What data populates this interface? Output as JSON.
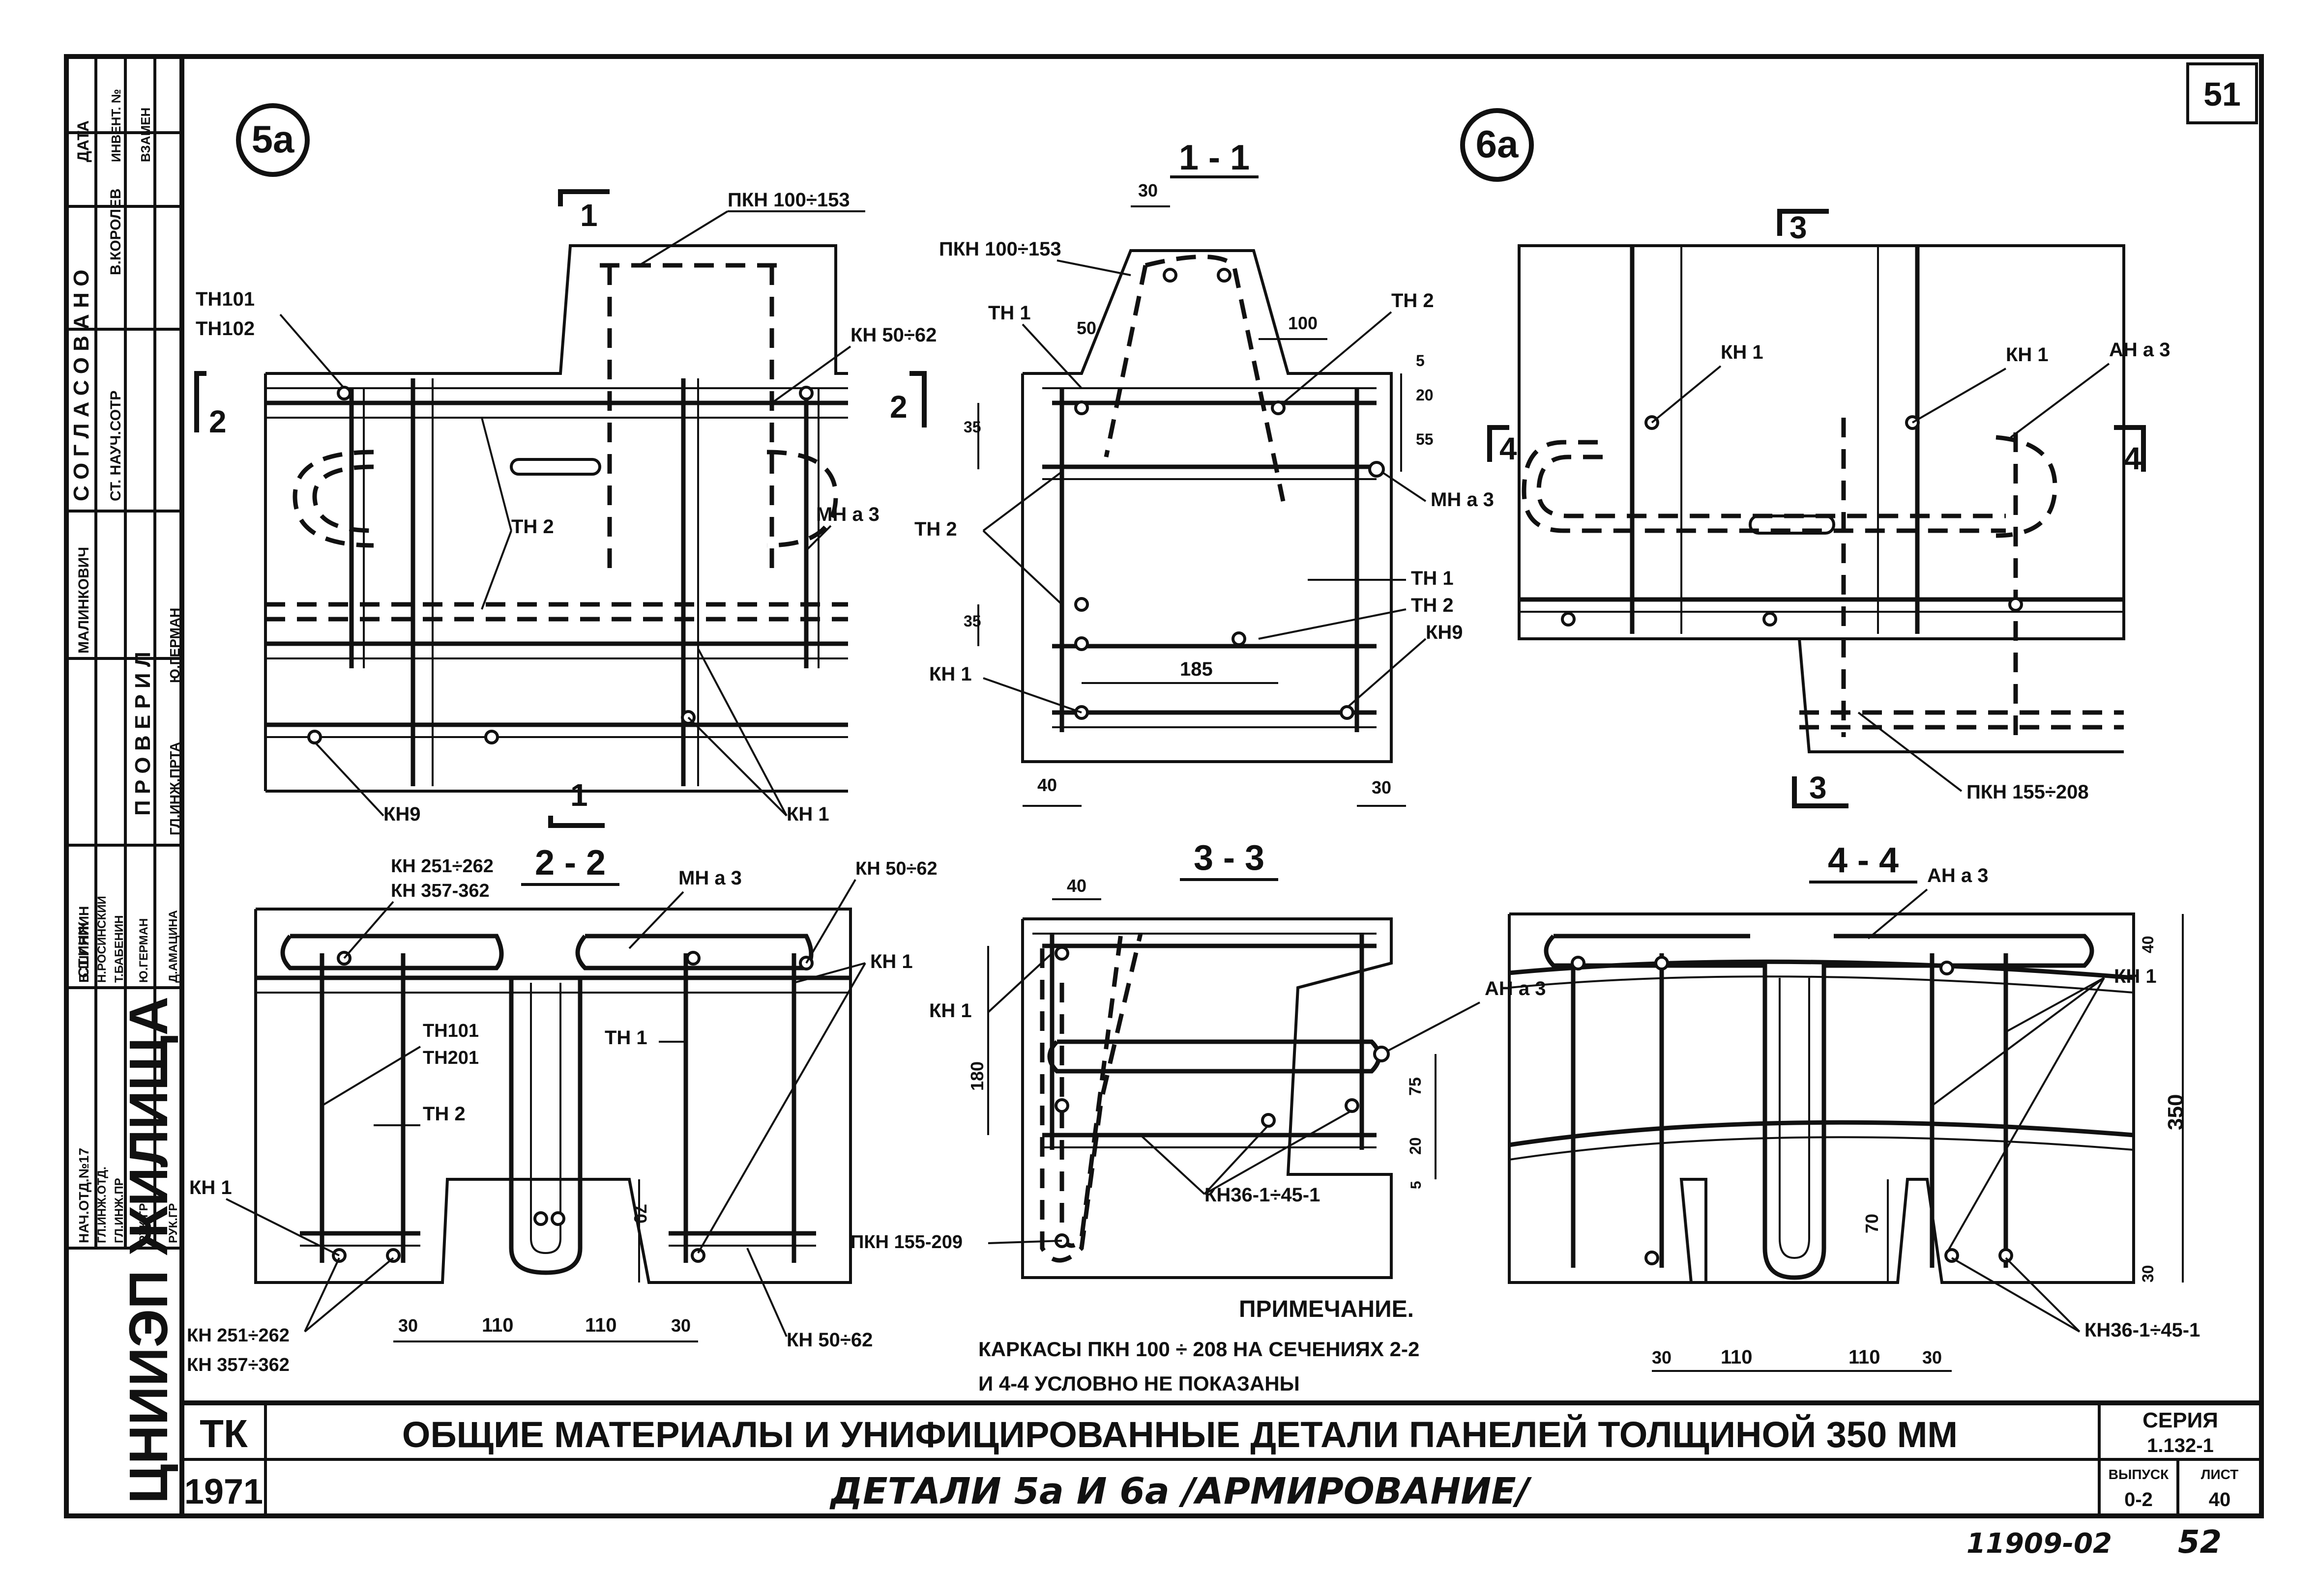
{
  "sheet_number": "51",
  "detail_marks": [
    "5a",
    "6a"
  ],
  "stamp": {
    "vertical_org": "ЦНИИЭП ЖИЛИЩА",
    "soglasovano_header": "С О Г Л А С О В А Н О",
    "soglasovano_date": "ДАТА",
    "soglasovano_role": "СТ. НАУЧ.СОТР",
    "soglasovano_name": "В.КОРОЛЕВ",
    "inv_header": "ИНВЕНТ. №",
    "vzamen": "ВЗАМЕН",
    "proveril_header": "П Р О В Е Р И Л",
    "proveril_name1": "МАЛИНКОВИЧ",
    "proveril_role2": "ГЛ.ИНЖ.ПРТА",
    "proveril_name2": "Ю.ГЕРМАН",
    "staff": [
      {
        "role": "НАЧ.ОТД.№17",
        "name": "Б.ШЛЯПИН"
      },
      {
        "role": "ГЛ.ИНЖ.ОТД.",
        "name": "Н.РОСИНСКИЙ"
      },
      {
        "role": "ГЛ.ИНЖ.ПР",
        "name": "Т.БАБЕНИН"
      },
      {
        "role": "РУК.ГР",
        "name": "Ю.ГЕРМАН"
      },
      {
        "role": "РУК.ГР",
        "name": "Д.АМАЦИНА"
      },
      {
        "role": "СТ.ИНЖ",
        "name": ""
      }
    ]
  },
  "sections": {
    "s11": "1 - 1",
    "s22": "2 - 2",
    "s33": "3 - 3",
    "s44": "4 - 4",
    "cut1": "1",
    "cut2": "2",
    "cut3": "3",
    "cut4": "4"
  },
  "labels": {
    "pkn100_153": "ПКН 100÷153",
    "pkn155_208": "ПКН 155÷208",
    "pkn155_209": "ПКН 155-209",
    "th101": "ТН101",
    "th102": "ТН102",
    "th201": "ТН201",
    "th1": "ТН 1",
    "th2": "ТН 2",
    "kn1": "КН 1",
    "kn9": "КН9",
    "kn50_62": "КН 50÷62",
    "kn251_262": "КН 251÷262",
    "kn357_362": "КН 357-362",
    "kn357_362b": "КН 357÷362",
    "kn36_45": "КН36-1÷45-1",
    "mna3": "МН а 3",
    "ana3": "АН а 3"
  },
  "dims": {
    "d30": "30",
    "d50": "50",
    "d100": "100",
    "d5": "5",
    "d20": "20",
    "d55": "55",
    "d35": "35",
    "d185": "185",
    "d40": "40",
    "d180": "180",
    "d75": "75",
    "d70": "70",
    "d110": "110",
    "d350": "350"
  },
  "note": {
    "title": "ПРИМЕЧАНИЕ.",
    "line1": "КАРКАСЫ ПКН 100 ÷ 208 НА СЕЧЕНИЯХ 2-2",
    "line2": "И 4-4 УСЛОВНО НЕ ПОКАЗАНЫ"
  },
  "title_block": {
    "code": "ТК",
    "year": "1971",
    "title": "ОБЩИЕ МАТЕРИАЛЫ И УНИФИЦИРОВАННЫЕ ДЕТАЛИ ПАНЕЛЕЙ ТОЛЩИНОЙ 350 ММ",
    "subtitle": "ДЕТАЛИ 5а И 6а /АРМИРОВАНИЕ/",
    "series_label": "СЕРИЯ",
    "series_value": "1.132-1",
    "vypusk_label": "ВЫПУСК",
    "vypusk_value": "0-2",
    "list_label": "ЛИСТ",
    "list_value": "40"
  },
  "footer": {
    "archive": "11909-02",
    "page": "52"
  }
}
